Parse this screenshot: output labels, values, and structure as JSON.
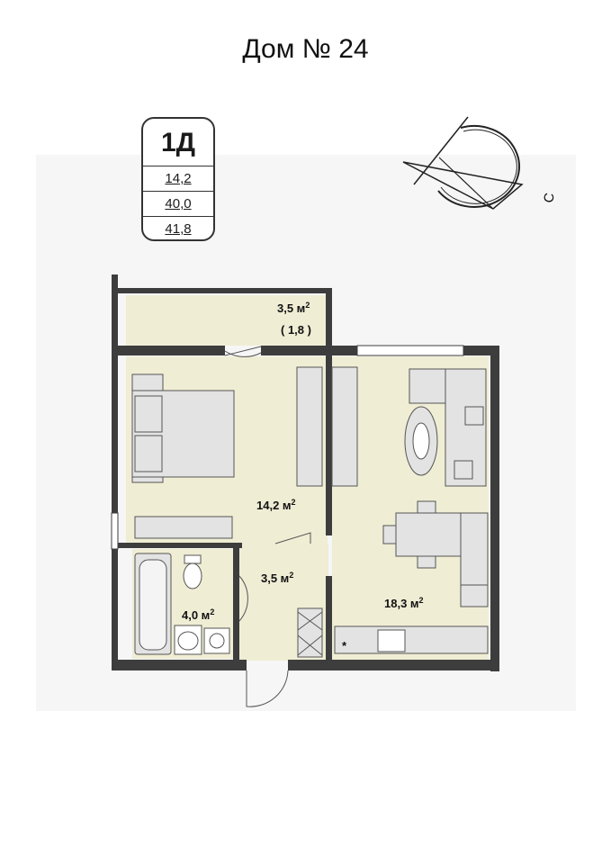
{
  "title": "Дом № 24",
  "apartment": {
    "code": "1Д",
    "areas": [
      "14,2",
      "40,0",
      "41,8"
    ]
  },
  "compass": {
    "north_label": "С"
  },
  "rooms": {
    "balcony": {
      "area": "3,5 м",
      "note": "( 1,8 )"
    },
    "bedroom": {
      "area": "14,2 м"
    },
    "hall": {
      "area": "3,5 м"
    },
    "bathroom": {
      "area": "4,0 м"
    },
    "living": {
      "area": "18,3 м"
    }
  },
  "unit_superscript": "2",
  "marker": "*",
  "colors": {
    "wall": "#3d3d3d",
    "floor": "#efedd4",
    "background": "#f6f6f6",
    "furniture": "#e3e3e3"
  }
}
